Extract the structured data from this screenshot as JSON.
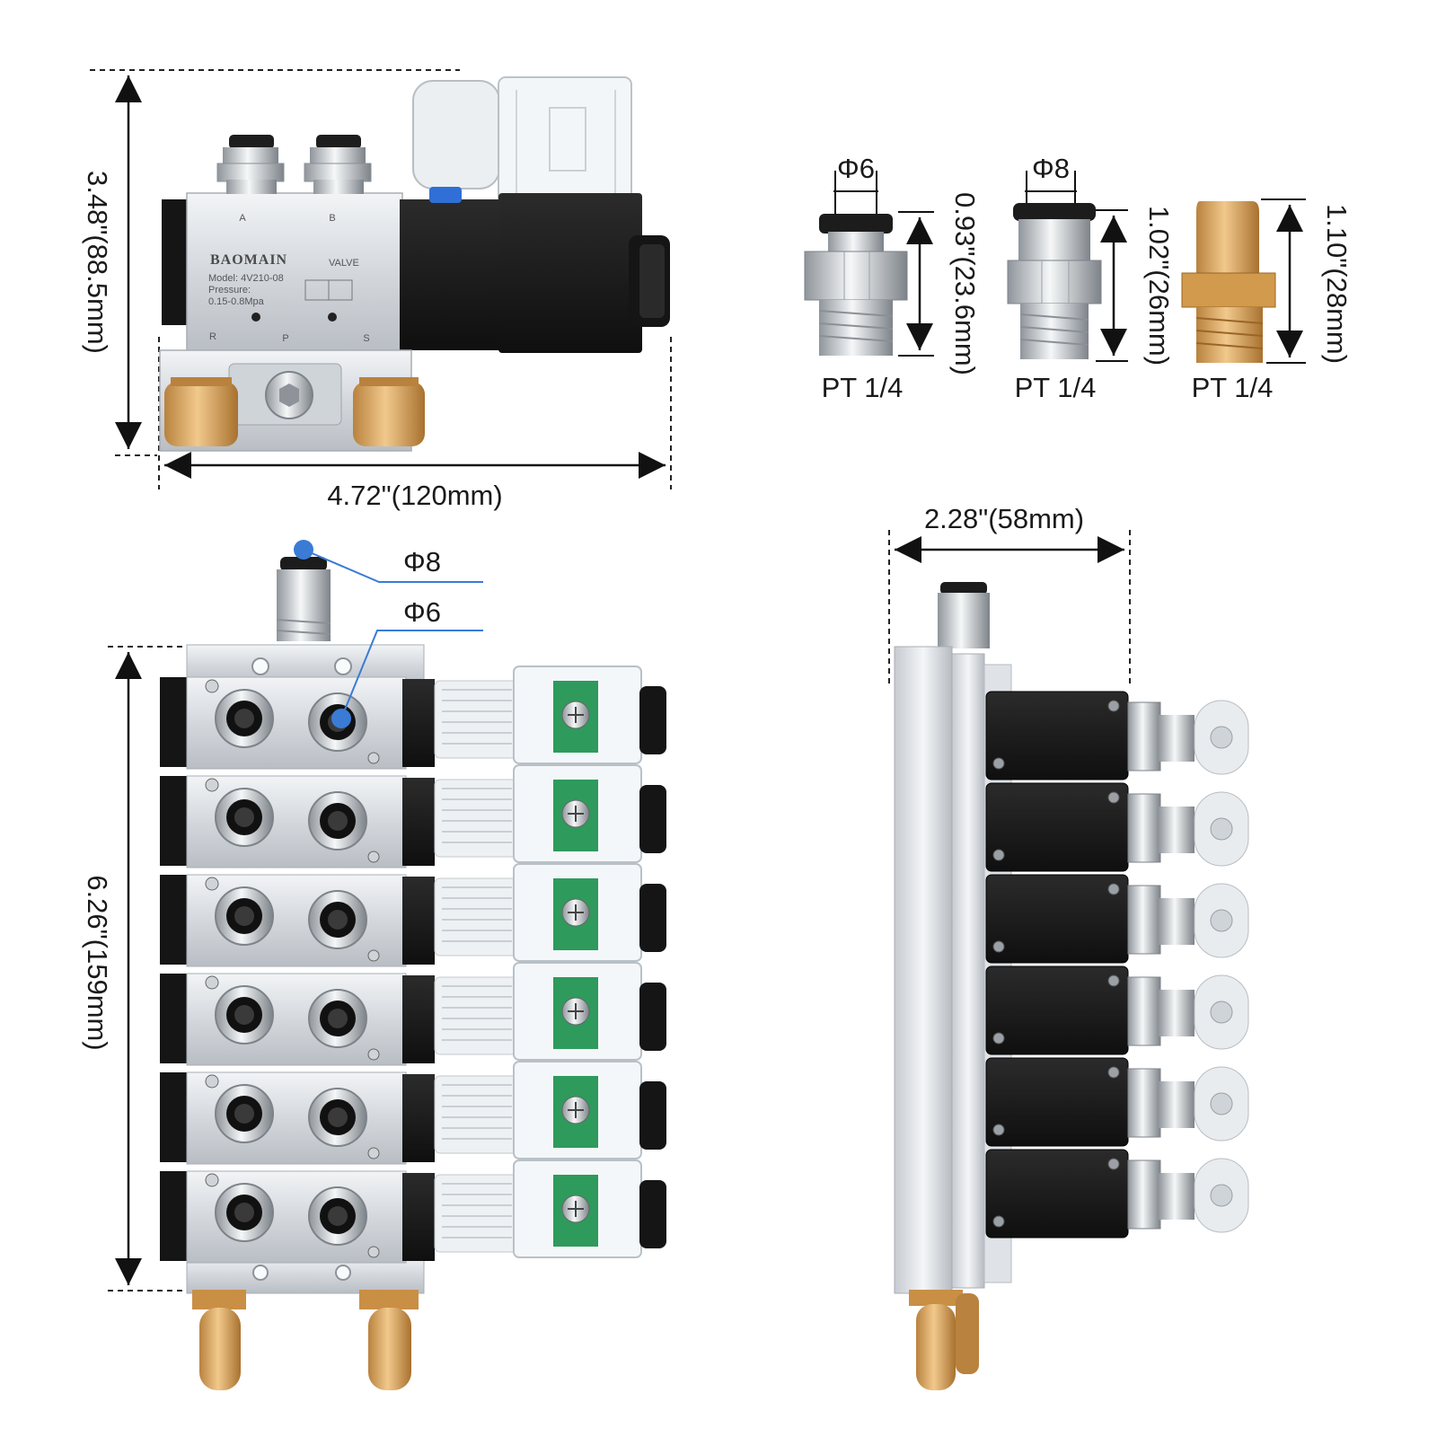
{
  "top_valve": {
    "height_label": "3.48\"(88.5mm)",
    "width_label": "4.72\"(120mm)",
    "port_a": "A",
    "port_b": "B",
    "port_r": "R",
    "port_p": "P",
    "port_s": "S",
    "brand": "BAOMAIN",
    "valve_text": "VALVE",
    "model": "Model: 4V210-08",
    "pressure_label": "Pressure:",
    "pressure_range": "0.15-0.8Mpa"
  },
  "fittings": [
    {
      "diameter": "Φ6",
      "height_label": "0.93\"(23.6mm)",
      "thread": "PT 1/4"
    },
    {
      "diameter": "Φ8",
      "height_label": "1.02\"(26mm)",
      "thread": "PT 1/4"
    },
    {
      "diameter": "",
      "height_label": "1.10\"(28mm)",
      "thread": "PT 1/4"
    }
  ],
  "manifold_front": {
    "height_label": "6.26\"(159mm)",
    "callout_inlet": "Φ8",
    "callout_outlet": "Φ6"
  },
  "manifold_side": {
    "width_label": "2.28\"(58mm)"
  },
  "colors": {
    "aluminum": "#d9dde2",
    "black_body": "#1b1b1b",
    "brass": "#d9a35a",
    "callout_blue": "#3a7bd5",
    "pcb_green": "#2e9a5c"
  }
}
